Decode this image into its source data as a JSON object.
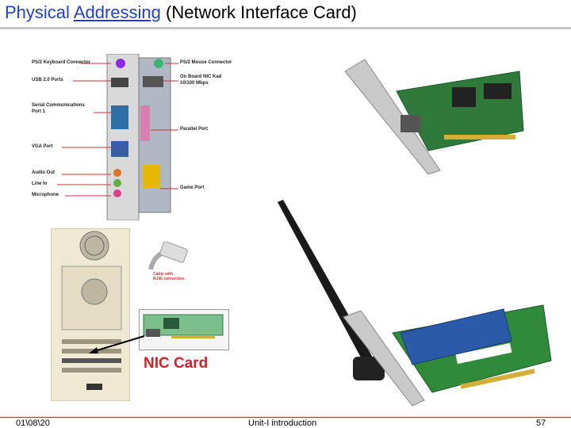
{
  "slide": {
    "title_part1": "Physical",
    "title_part2": "Addressing",
    "title_part3": "(Network Interface Card)",
    "footer_date": "01\\08\\20",
    "footer_center": "Unit-I introduction",
    "page_number": "57"
  },
  "diagram_labels": {
    "ps2_keyboard": "PS/2 Keyboard Connector",
    "usb": "USB 2.0 Ports",
    "serial": "Serial Communications",
    "serial2": "Port 1",
    "vga": "VGA Port",
    "audio_out": "Audio Out",
    "line_in": "Line In",
    "microphone": "Microphone",
    "ps2_mouse": "PS/2 Mouse Connector",
    "onboard_nic1": "On Board NIC Kad",
    "onboard_nic2": "10/100 Mbps",
    "parallel": "Parallel Port",
    "game_port": "Game Port"
  },
  "cable_caption1": "Cable with",
  "cable_caption2": "RJ45 connectios",
  "nic_card_label": "NIC Card",
  "colors": {
    "title_blue": "#1f3fd0",
    "nic_red": "#d3222a",
    "pcb_green": "#2f7a3a"
  }
}
